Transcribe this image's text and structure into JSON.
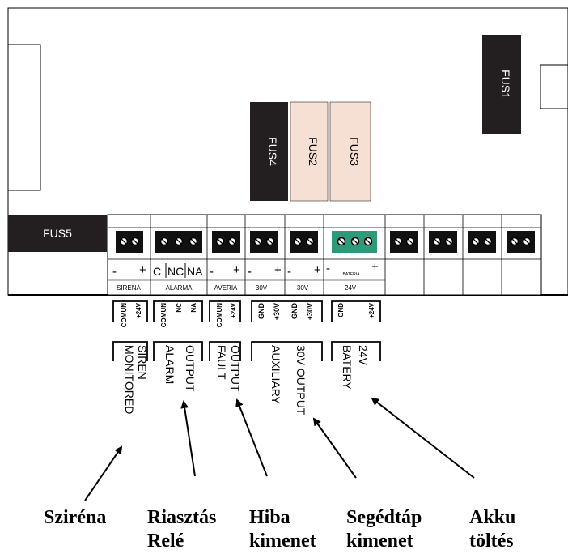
{
  "fuses": {
    "fus1": "FUS1",
    "fus2": "FUS2",
    "fus3": "FUS3",
    "fus4": "FUS4",
    "fus5": "FUS5"
  },
  "terminal_labels": {
    "minus": "-",
    "plus": "+",
    "c": "C",
    "nc": "NC",
    "na": "NA",
    "sirena": "SIRENA",
    "alarma": "ALARMA",
    "averia": "AVERIA",
    "v30_a": "30V",
    "v30_b": "30V",
    "bateria": "BATERIA",
    "v24": "24V"
  },
  "connector_labels": {
    "siren_comun": "COMUN",
    "siren_24v": "+24V",
    "alarm_comun": "COMUN",
    "alarm_nc": "NC",
    "alarm_na": "NA",
    "fault_comun": "COMUN",
    "fault_24v": "+24V",
    "aux_gnd1": "GND",
    "aux_30v1": "+30V",
    "aux_gnd2": "GND",
    "aux_30v2": "+30V",
    "bat_gnd": "GND",
    "bat_24v": "+24V"
  },
  "outputs": {
    "siren_line1": "MONITORED",
    "siren_line2": "SIREN",
    "alarm_line1": "ALARM",
    "alarm_line2": "OUTPUT",
    "fault_line1": "FAULT",
    "fault_line2": "OUTPUT",
    "aux_line1": "AUXILIARY",
    "aux_line2": "30V OUTPUT",
    "bat_line1": "BATERY",
    "bat_line2": "24V"
  },
  "captions": {
    "sirena": "Sziréna",
    "riasztas_1": "Riasztás",
    "riasztas_2": "Relé",
    "hiba_1": "Hiba",
    "hiba_2": "kimenet",
    "segedtap_1": "Segédtáp",
    "segedtap_2": "kimenet",
    "akku_1": "Akku",
    "akku_2": "töltés"
  },
  "colors": {
    "fuse_dark": "#231f20",
    "fuse_light": "#f6dfd3",
    "terminal_green": "#2e9a7a"
  }
}
